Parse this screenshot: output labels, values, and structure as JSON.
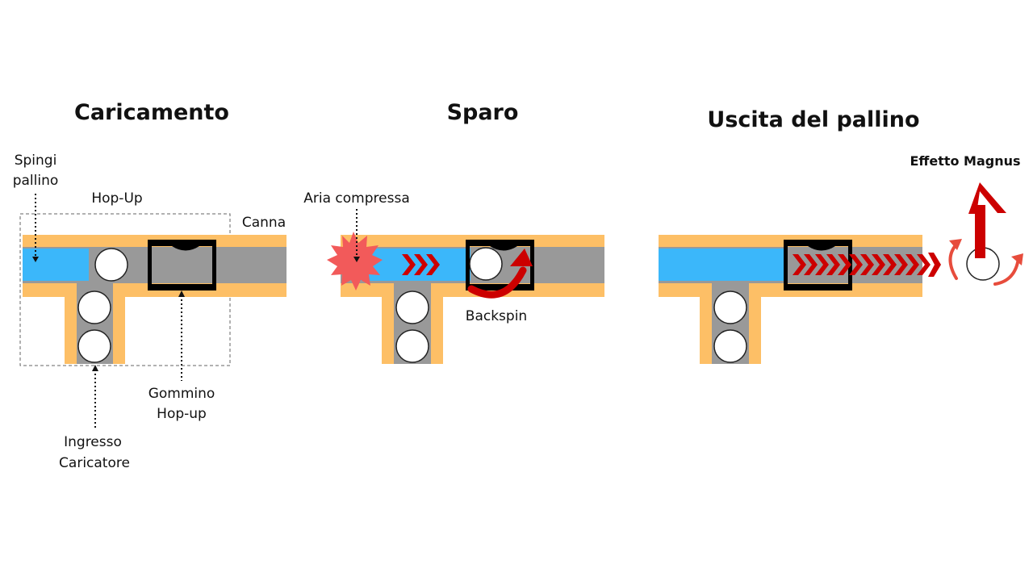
{
  "panels": {
    "loading": {
      "title": "Caricamento",
      "labels": {
        "pusher_line1": "Spingi",
        "pusher_line2": "pallino",
        "hopup": "Hop-Up",
        "barrel": "Canna",
        "rubber_line1": "Gommino",
        "rubber_line2": "Hop-up",
        "mag_line1": "Ingresso",
        "mag_line2": "Caricatore"
      }
    },
    "firing": {
      "title": "Sparo",
      "labels": {
        "air": "Aria compressa",
        "backspin": "Backspin"
      }
    },
    "exit": {
      "title": "Uscita del pallino",
      "labels": {
        "magnus": "Effetto Magnus"
      }
    }
  },
  "colors": {
    "barrel_wall": "#FDBF66",
    "bore": "#999999",
    "air": "#3BB7FA",
    "bb": "#FFFFFF",
    "rubber": "#000000",
    "arrow_red": "#CC0000",
    "burst": "#F25A5A"
  }
}
